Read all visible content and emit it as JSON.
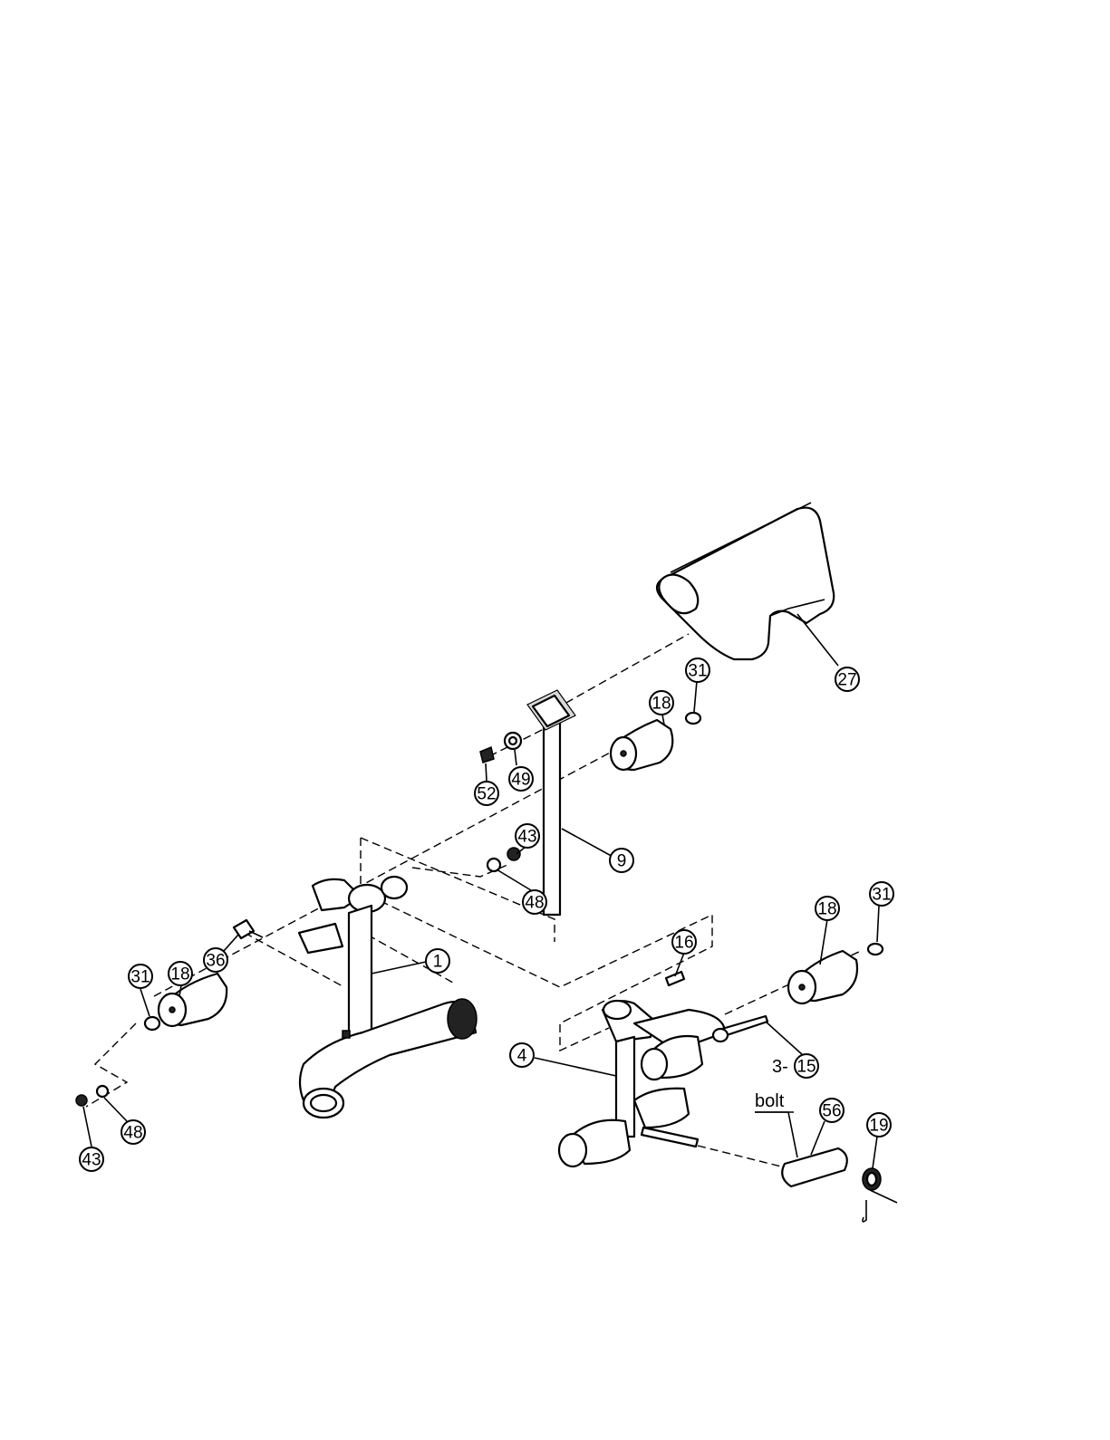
{
  "diagram": {
    "callouts": [
      {
        "id": "c27",
        "label": "27"
      },
      {
        "id": "c31a",
        "label": "31"
      },
      {
        "id": "c18a",
        "label": "18"
      },
      {
        "id": "c49",
        "label": "49"
      },
      {
        "id": "c52",
        "label": "52"
      },
      {
        "id": "c9",
        "label": "9"
      },
      {
        "id": "c43a",
        "label": "43"
      },
      {
        "id": "c48a",
        "label": "48"
      },
      {
        "id": "c1",
        "label": "1"
      },
      {
        "id": "c36",
        "label": "36"
      },
      {
        "id": "c18b",
        "label": "18"
      },
      {
        "id": "c31b",
        "label": "31"
      },
      {
        "id": "c48b",
        "label": "48"
      },
      {
        "id": "c43b",
        "label": "43"
      },
      {
        "id": "c16",
        "label": "16"
      },
      {
        "id": "c18c",
        "label": "18"
      },
      {
        "id": "c31c",
        "label": "31"
      },
      {
        "id": "c15",
        "label": "15"
      },
      {
        "id": "c4",
        "label": "4"
      },
      {
        "id": "c56",
        "label": "56"
      },
      {
        "id": "c19",
        "label": "19"
      }
    ],
    "labels": {
      "bolt": "bolt",
      "qty_prefix_15": "3-"
    }
  }
}
